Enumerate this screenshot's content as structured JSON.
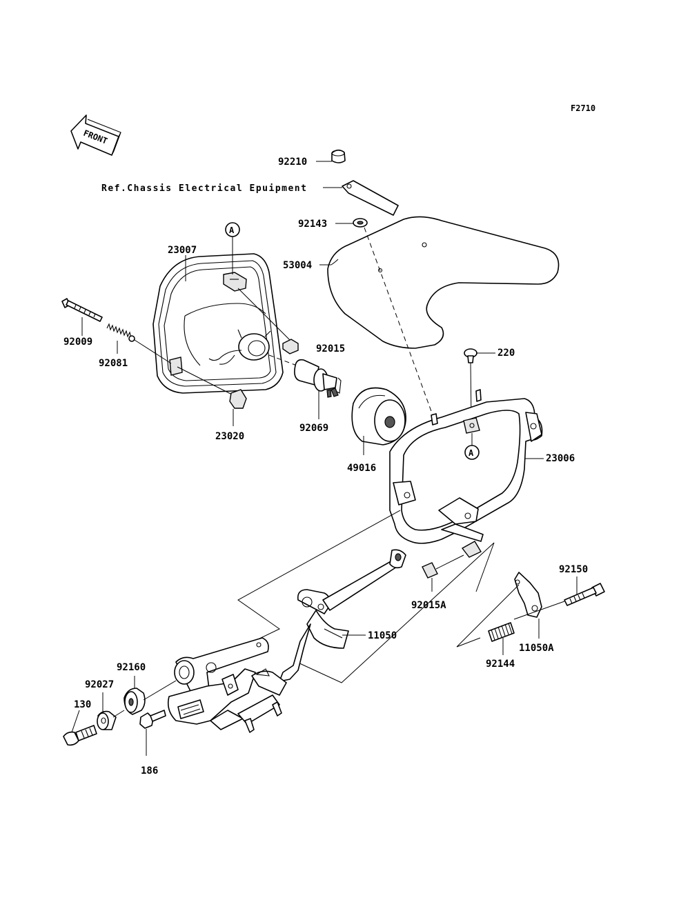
{
  "figure_code": "F2710",
  "front_label": "FRONT",
  "reference_note": "Ref.Chassis Electrical Epuipment",
  "callout_marker": "A",
  "parts": {
    "p92210": "92210",
    "p92143": "92143",
    "p53004": "53004",
    "p23007": "23007",
    "p92009": "92009",
    "p92081": "92081",
    "p92015": "92015",
    "p23020": "23020",
    "p92069": "92069",
    "p49016": "49016",
    "p220": "220",
    "p23006": "23006",
    "p92150": "92150",
    "p92015A": "92015A",
    "p11050": "11050",
    "p11050A": "11050A",
    "p92144": "92144",
    "p92160": "92160",
    "p92027": "92027",
    "p130": "130",
    "p186": "186"
  }
}
